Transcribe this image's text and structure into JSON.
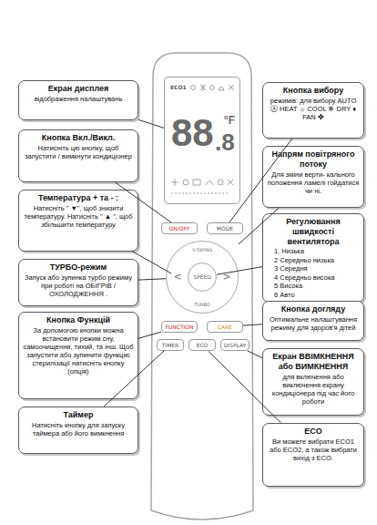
{
  "diagram": {
    "nodes": [
      {
        "text": [
          "Екран дисплея",
          "відображення налаштувань"
        ]
      },
      {
        "text": [
          "Кнопка Вкл./Викл.",
          "Натисніть цю кнопку, щоб запустити / вимкнути кондиціонер"
        ]
      },
      {
        "text": [
          "Температура + та - :",
          "Натисніть \" ▼\", щоб знизити температуру. Натисніть \" ▲ \", щоб збільшити температуру"
        ]
      },
      {
        "text": [
          "ТУРБО-режим",
          "Запуск або зупинка турбо режиму при роботі на ОБІГРІВ / ОХОЛОДЖЕННЯ ."
        ]
      },
      {
        "text": [
          "Кнопка Функцій",
          "За допомогою кнопки можна встановити режим сну, самоочищення, тихий, та інш. Щоб запустити або зупинити функцію стерилізації натисніть кнопку (опція)"
        ]
      },
      {
        "text": [
          "Таймер",
          "Натисніть кнопку для запуску таймера або його вимкнення"
        ]
      },
      {
        "text": [
          "ECO1",
          "88",
          ".8",
          "°F"
        ]
      },
      {
        "text": [
          "ON/OFF"
        ]
      },
      {
        "text": [
          "MODE"
        ]
      },
      {
        "text": [
          "V-SWING",
          "TURBO"
        ]
      },
      {
        "text": [
          "<"
        ],
        "in": 9
      },
      {
        "text": [
          "SPEED"
        ],
        "in": 9
      },
      {
        "text": [
          ">"
        ],
        "in": 9
      },
      {
        "text": [
          "FUNCTION"
        ]
      },
      {
        "text": [
          "CARE"
        ]
      },
      {
        "text": [
          "TIMER"
        ]
      },
      {
        "text": [
          "ECO"
        ]
      },
      {
        "text": [
          "DISPLAY"
        ]
      },
      {
        "text": [
          "Кнопка вибору",
          "режимів: для вибору AUTO Ⓐ HEAT ☼ COOL ❄ DRY ♦ FAN ✤"
        ]
      },
      {
        "text": [
          "Напрям повітряного потоку",
          "Для зміни верти- кального положення ламелі гойдатися чи ні."
        ]
      },
      {
        "text": [
          "Регулювання швидкості вентилятора",
          "1. Низька",
          "2 Середньо низька",
          "3 Середня",
          "4 Середньо висока",
          "5 Висока",
          "6 Авто"
        ]
      },
      {
        "text": [
          "Кнопка догляду",
          "Оптимальне налаштування режиму для здоров'я дітей"
        ]
      },
      {
        "text": [
          "Екран ВВІМКНЕННЯ або ВИМКНЕННЯ",
          "для включення або виключення екрану кондиціонера під час його роботи"
        ]
      },
      {
        "text": [
          "ECO",
          "Ви можете вибрати ECO1 або ECO2, а також вибрати вихід з ECO."
        ]
      }
    ],
    "edges": [
      {
        "from": 0,
        "to": 6,
        "arrow": "none"
      },
      {
        "from": 1,
        "to": 7,
        "arrow": "none"
      },
      {
        "from": 2,
        "to": 10,
        "arrow": "none"
      },
      {
        "from": 3,
        "to": 9,
        "arrow": "none"
      },
      {
        "from": 4,
        "to": 13,
        "arrow": "none"
      },
      {
        "from": 5,
        "to": 15,
        "arrow": "none"
      },
      {
        "from": 18,
        "to": 8,
        "arrow": "none"
      },
      {
        "from": 19,
        "to": 9,
        "arrow": "none"
      },
      {
        "from": 20,
        "to": 11,
        "arrow": "none"
      },
      {
        "from": 21,
        "to": 14,
        "arrow": "none"
      },
      {
        "from": 22,
        "to": 17,
        "arrow": "none"
      },
      {
        "from": 23,
        "to": 16,
        "arrow": "none"
      }
    ]
  }
}
